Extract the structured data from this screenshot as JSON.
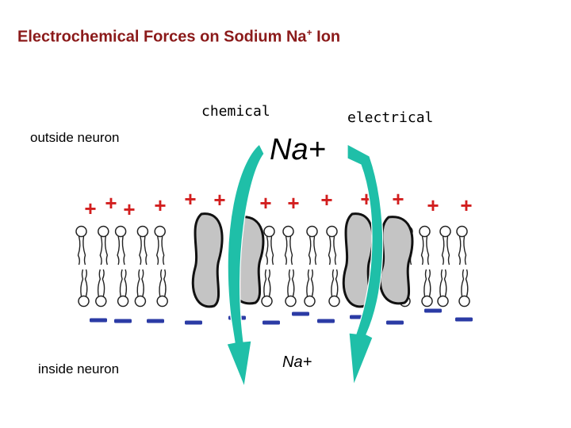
{
  "title": {
    "text": "Electrochemical Forces on Sodium Na",
    "superscript": "+",
    "suffix": " Ion"
  },
  "labels": {
    "outside": "outside neuron",
    "inside": "inside neuron",
    "chemical": "chemical",
    "electrical": "electrical",
    "ion_top": "Na+",
    "ion_bottom": "Na+"
  },
  "colors": {
    "title": "#8b1a1a",
    "positive": "#d21e1e",
    "negative": "#2b3ba5",
    "arrow": "#1fbfa8",
    "channel": "#c4c4c4"
  },
  "charges": {
    "positive_symbol": "+",
    "negative_symbol": "–"
  }
}
